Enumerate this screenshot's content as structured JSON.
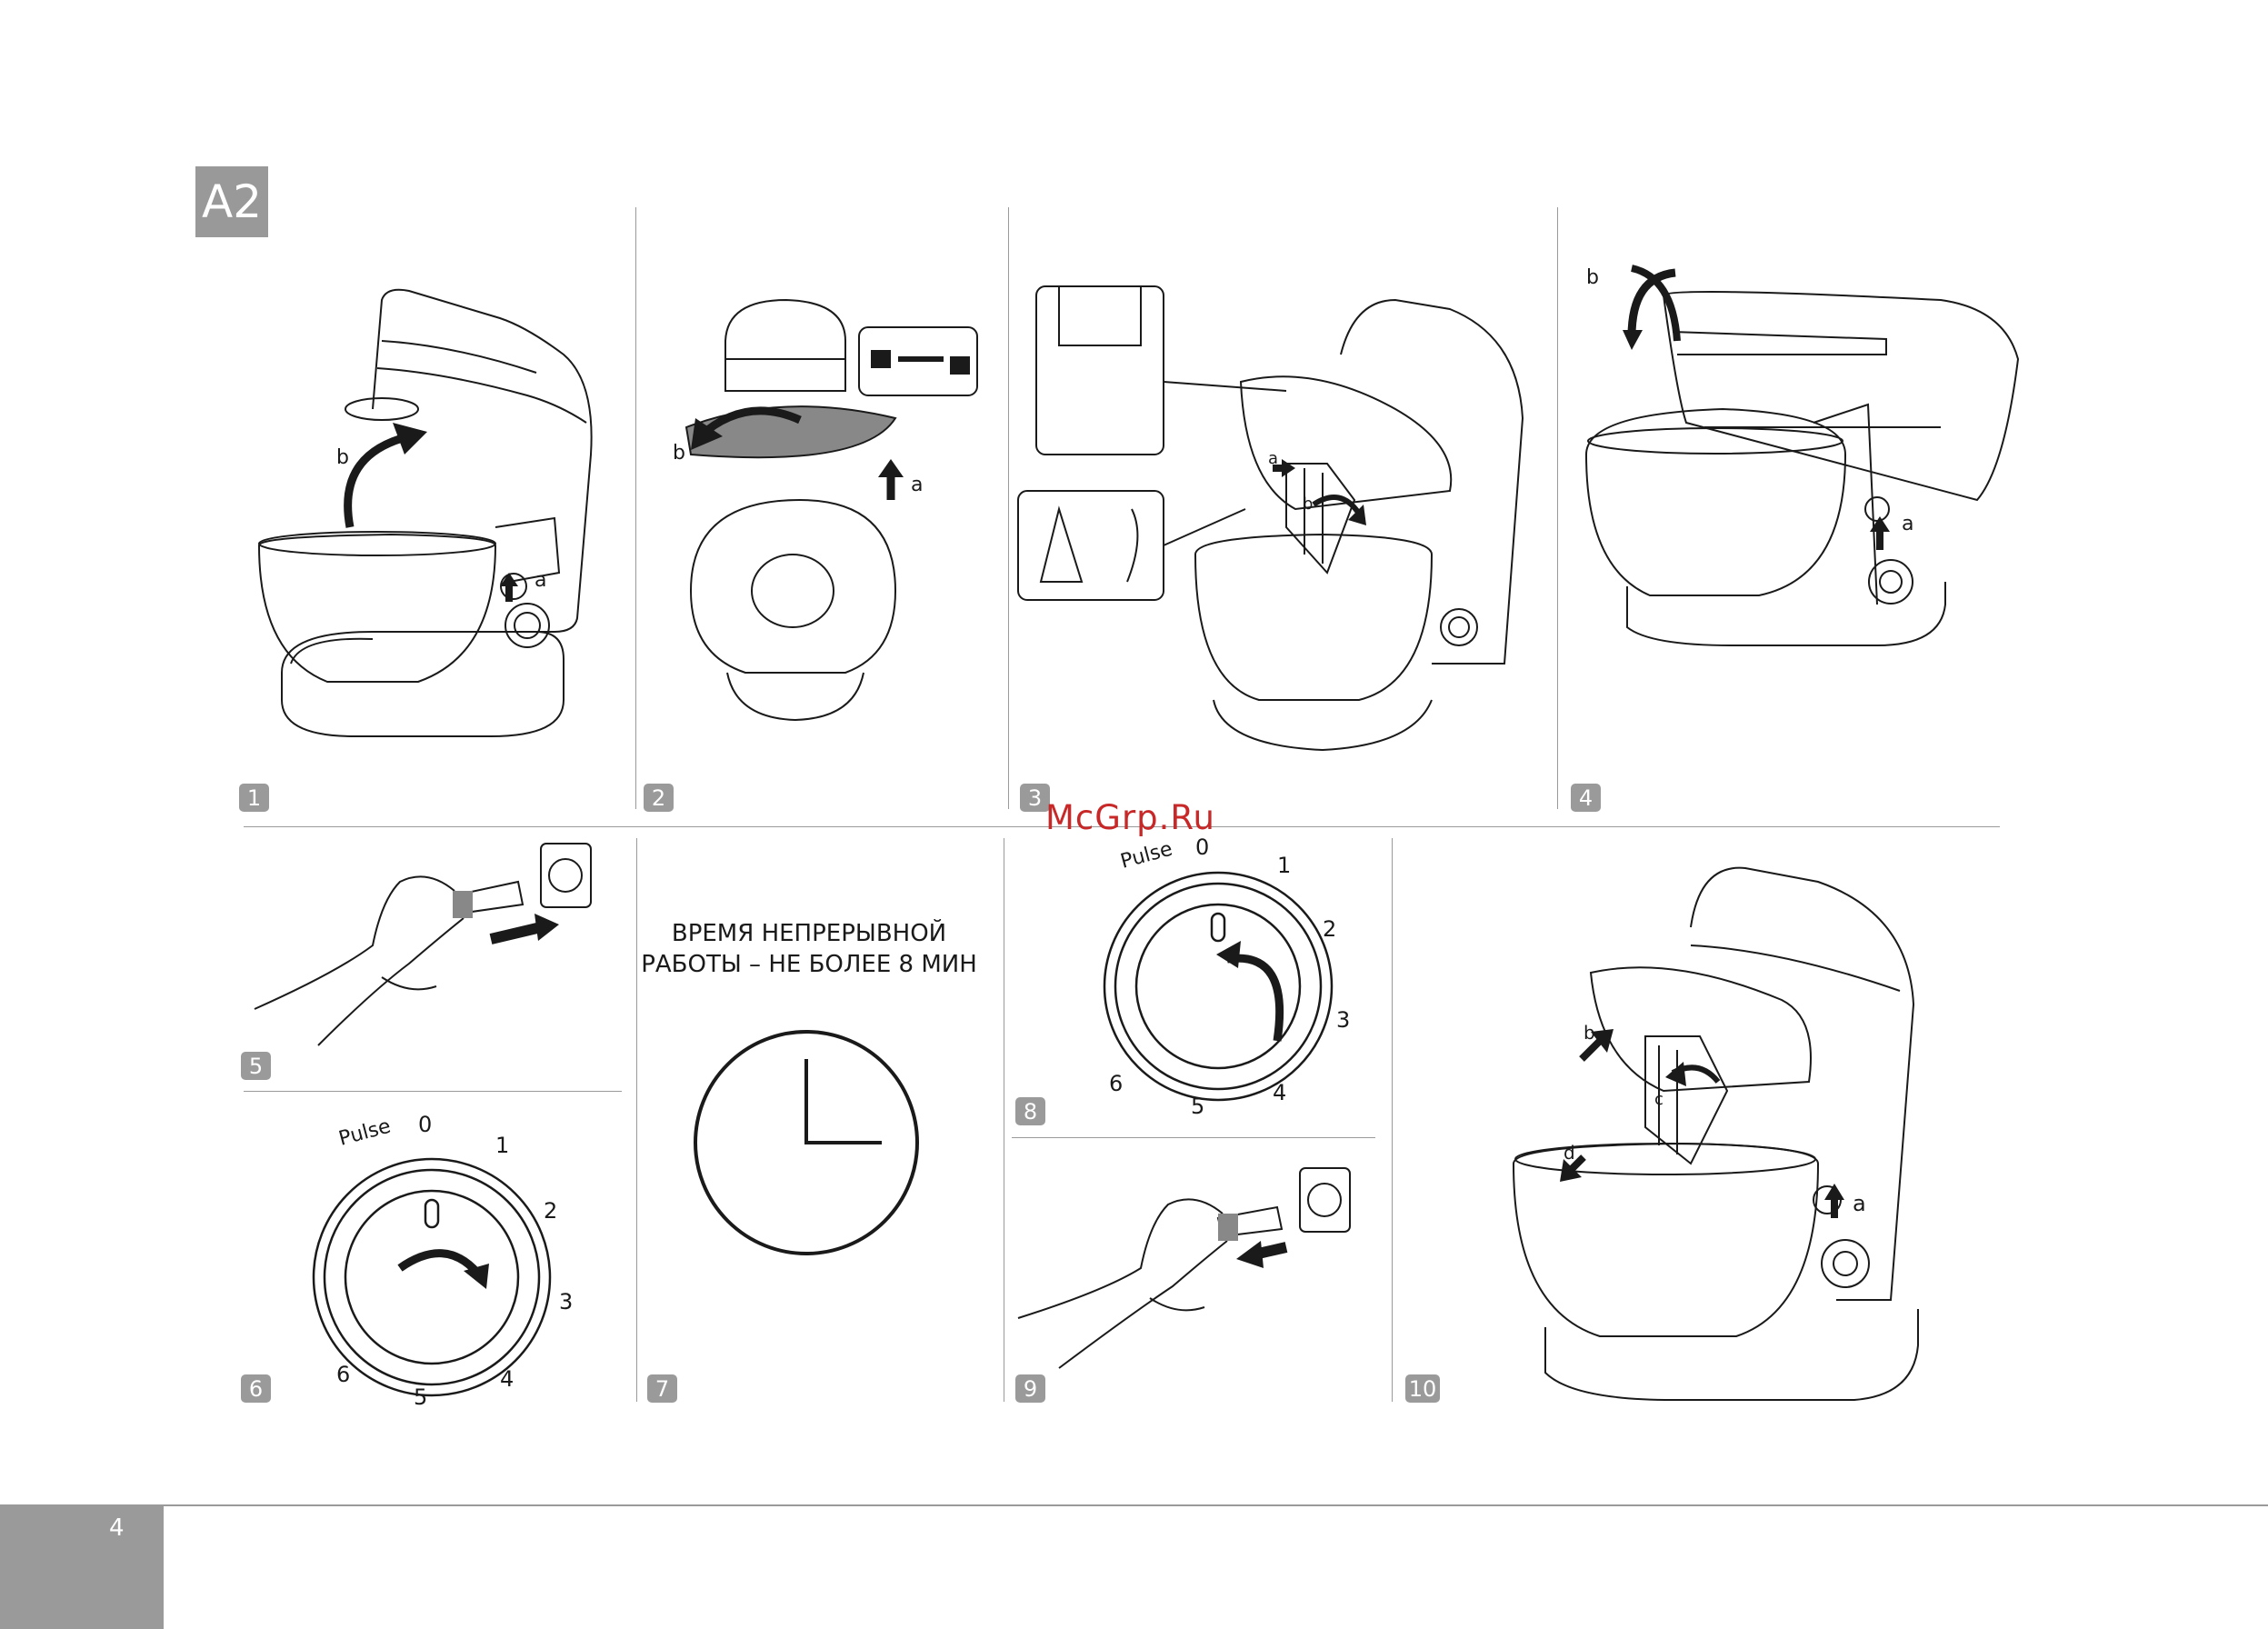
{
  "section": {
    "label": "A2"
  },
  "steps": [
    "1",
    "2",
    "3",
    "4",
    "5",
    "6",
    "7",
    "8",
    "9",
    "10"
  ],
  "labels": {
    "a": "a",
    "b": "b",
    "c": "c",
    "d": "d"
  },
  "dial": {
    "pulse": "Pulse",
    "speeds": [
      "0",
      "1",
      "2",
      "3",
      "4",
      "5",
      "6"
    ]
  },
  "step7_caption": [
    "ВРЕМЯ НЕПРЕРЫВНОЙ",
    "РАБОТЫ – НЕ БОЛЕЕ 8 МИН"
  ],
  "watermark": "McGrp.Ru",
  "page_number": "4",
  "colors": {
    "accent_gray": "#9a9a9a",
    "watermark_red": "#c82828",
    "line": "#1a1a1a"
  }
}
